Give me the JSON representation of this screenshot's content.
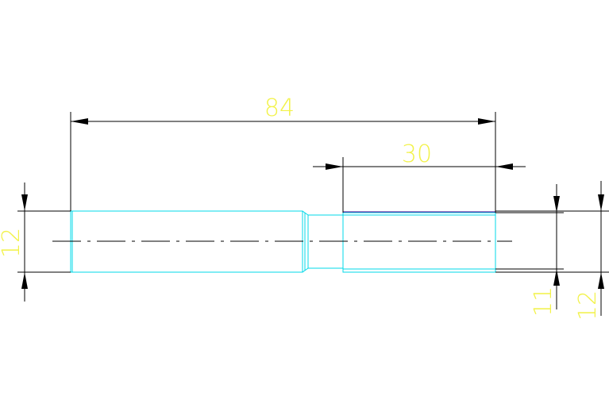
{
  "colors": {
    "background": "#ffffff",
    "dimension_text": "#f2f24a",
    "outline": "#00d8e8",
    "dimension_line": "#000000",
    "accent_edge": "#5a2aa0"
  },
  "dimensions": {
    "overall_length": "84",
    "thread_length": "30",
    "left_diameter": "12",
    "right_inner_diameter": "11",
    "right_outer_diameter": "12"
  }
}
